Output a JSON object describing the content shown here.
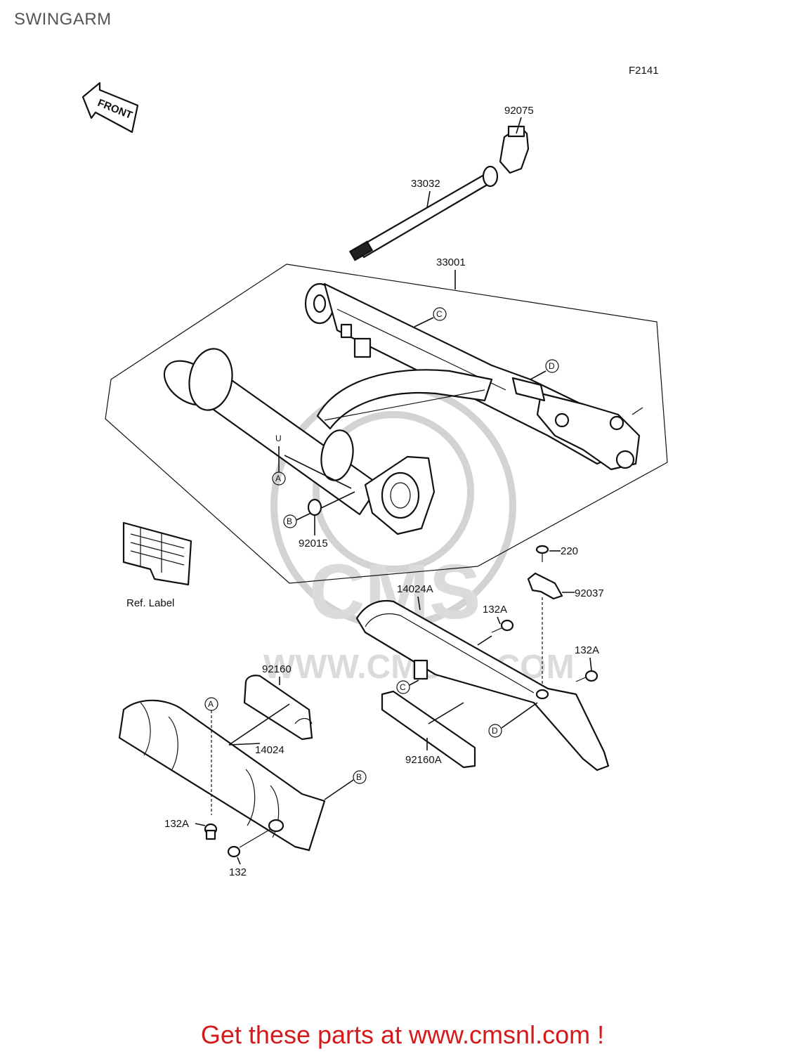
{
  "page": {
    "title": "SWINGARM",
    "figure_code": "F2141",
    "footer": "Get these parts at www.cmsnl.com !",
    "accent_color": "#d41a1a"
  },
  "watermark": {
    "text": "WWW.CMSNL.COM",
    "logo_text": "CMS"
  },
  "arrow": {
    "text": "FRONT"
  },
  "ref_label": "Ref. Label",
  "parts": [
    {
      "id": "p-92075",
      "text": "92075"
    },
    {
      "id": "p-33032",
      "text": "33032"
    },
    {
      "id": "p-33001",
      "text": "33001"
    },
    {
      "id": "p-92015",
      "text": "92015"
    },
    {
      "id": "p-220",
      "text": "220"
    },
    {
      "id": "p-92037",
      "text": "92037"
    },
    {
      "id": "p-14024A",
      "text": "14024A"
    },
    {
      "id": "p-132A-1",
      "text": "132A"
    },
    {
      "id": "p-132A-2",
      "text": "132A"
    },
    {
      "id": "p-92160",
      "text": "92160"
    },
    {
      "id": "p-14024",
      "text": "14024"
    },
    {
      "id": "p-92160A",
      "text": "92160A"
    },
    {
      "id": "p-132A-3",
      "text": "132A"
    },
    {
      "id": "p-132",
      "text": "132"
    }
  ],
  "refs": {
    "A": "A",
    "B": "B",
    "C": "C",
    "D": "D"
  }
}
